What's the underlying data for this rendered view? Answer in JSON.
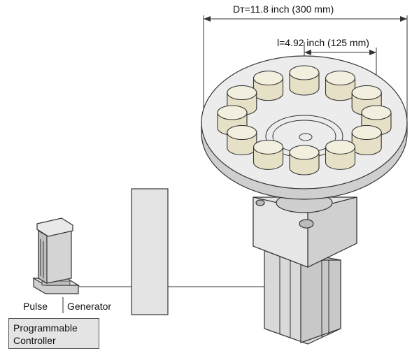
{
  "labels": {
    "diameter": "Dт=11.8 inch (300 mm)",
    "radius": "l=4.92 inch (125 mm)",
    "pulse": "Pulse",
    "generator": "Generator",
    "plc": "Programmable\nController"
  },
  "colors": {
    "outline": "#333333",
    "fill_light": "#ececec",
    "fill_mid": "#d6d6d6",
    "fill_dark": "#bdbdbd",
    "load_top": "#f3efde",
    "load_side": "#e6e0c6"
  },
  "icons": {
    "motor": "stepping-motor-icon",
    "driver": "driver-box-icon",
    "generator": "pulse-generator-icon"
  }
}
